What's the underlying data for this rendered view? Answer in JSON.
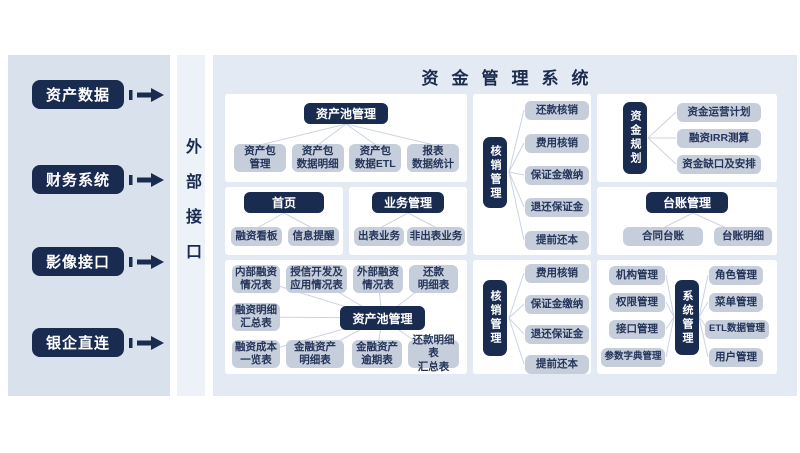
{
  "page": {
    "title": "资金管理系统"
  },
  "sidebar": {
    "items": [
      {
        "label": "资产数据"
      },
      {
        "label": "财务系统"
      },
      {
        "label": "影像接口"
      },
      {
        "label": "银企直连"
      }
    ]
  },
  "strip": {
    "label": "外部接口"
  },
  "panels": {
    "p1": {
      "header": "资产池管理",
      "children": [
        "资产包\n管理",
        "资产包\n数据明细",
        "资产包\n数据ETL",
        "报表\n数据统计"
      ]
    },
    "p2": {
      "header": "核销管理",
      "children": [
        "还款核销",
        "费用核销",
        "保证金缴纳",
        "退还保证金",
        "提前还本"
      ]
    },
    "p3": {
      "header": "资金规划",
      "children": [
        "资金运营计划",
        "融资IRR测算",
        "资金缺口及安排"
      ]
    },
    "p4": {
      "header": "首页",
      "children": [
        "融资看板",
        "信息提醒"
      ]
    },
    "p5": {
      "header": "业务管理",
      "children": [
        "出表业务",
        "非出表业务"
      ]
    },
    "p6": {
      "header": "台账管理",
      "children": [
        "合同台账",
        "台账明细"
      ]
    },
    "p7": {
      "header": "资产池管理",
      "top": [
        "内部融资\n情况表",
        "授信开发及\n应用情况表",
        "外部融资\n情况表",
        "还款\n明细表"
      ],
      "left": [
        "融资明细\n汇总表"
      ],
      "bottom": [
        "融资成本\n一览表",
        "金融资产\n明细表",
        "金融资产\n逾期表",
        "还款明细表\n汇总表"
      ]
    },
    "p8": {
      "header": "核销管理",
      "children": [
        "费用核销",
        "保证金缴纳",
        "退还保证金",
        "提前还本"
      ]
    },
    "p9": {
      "header": "系统管理",
      "left": [
        "机构管理",
        "权限管理",
        "接口管理",
        "参数字典管理"
      ],
      "right": [
        "角色管理",
        "菜单管理",
        "ETL数据管理",
        "用户管理"
      ]
    }
  },
  "colors": {
    "navy": "#1a2b50",
    "node_gray": "#c6cedb",
    "node_text": "#25345a",
    "panel_bg": "#ffffff",
    "canvas_bg": "#e4eaf3",
    "sidebar_bg": "#d9e1ec",
    "strip_bg": "#edf1f8",
    "connector": "#ccd4e0"
  }
}
